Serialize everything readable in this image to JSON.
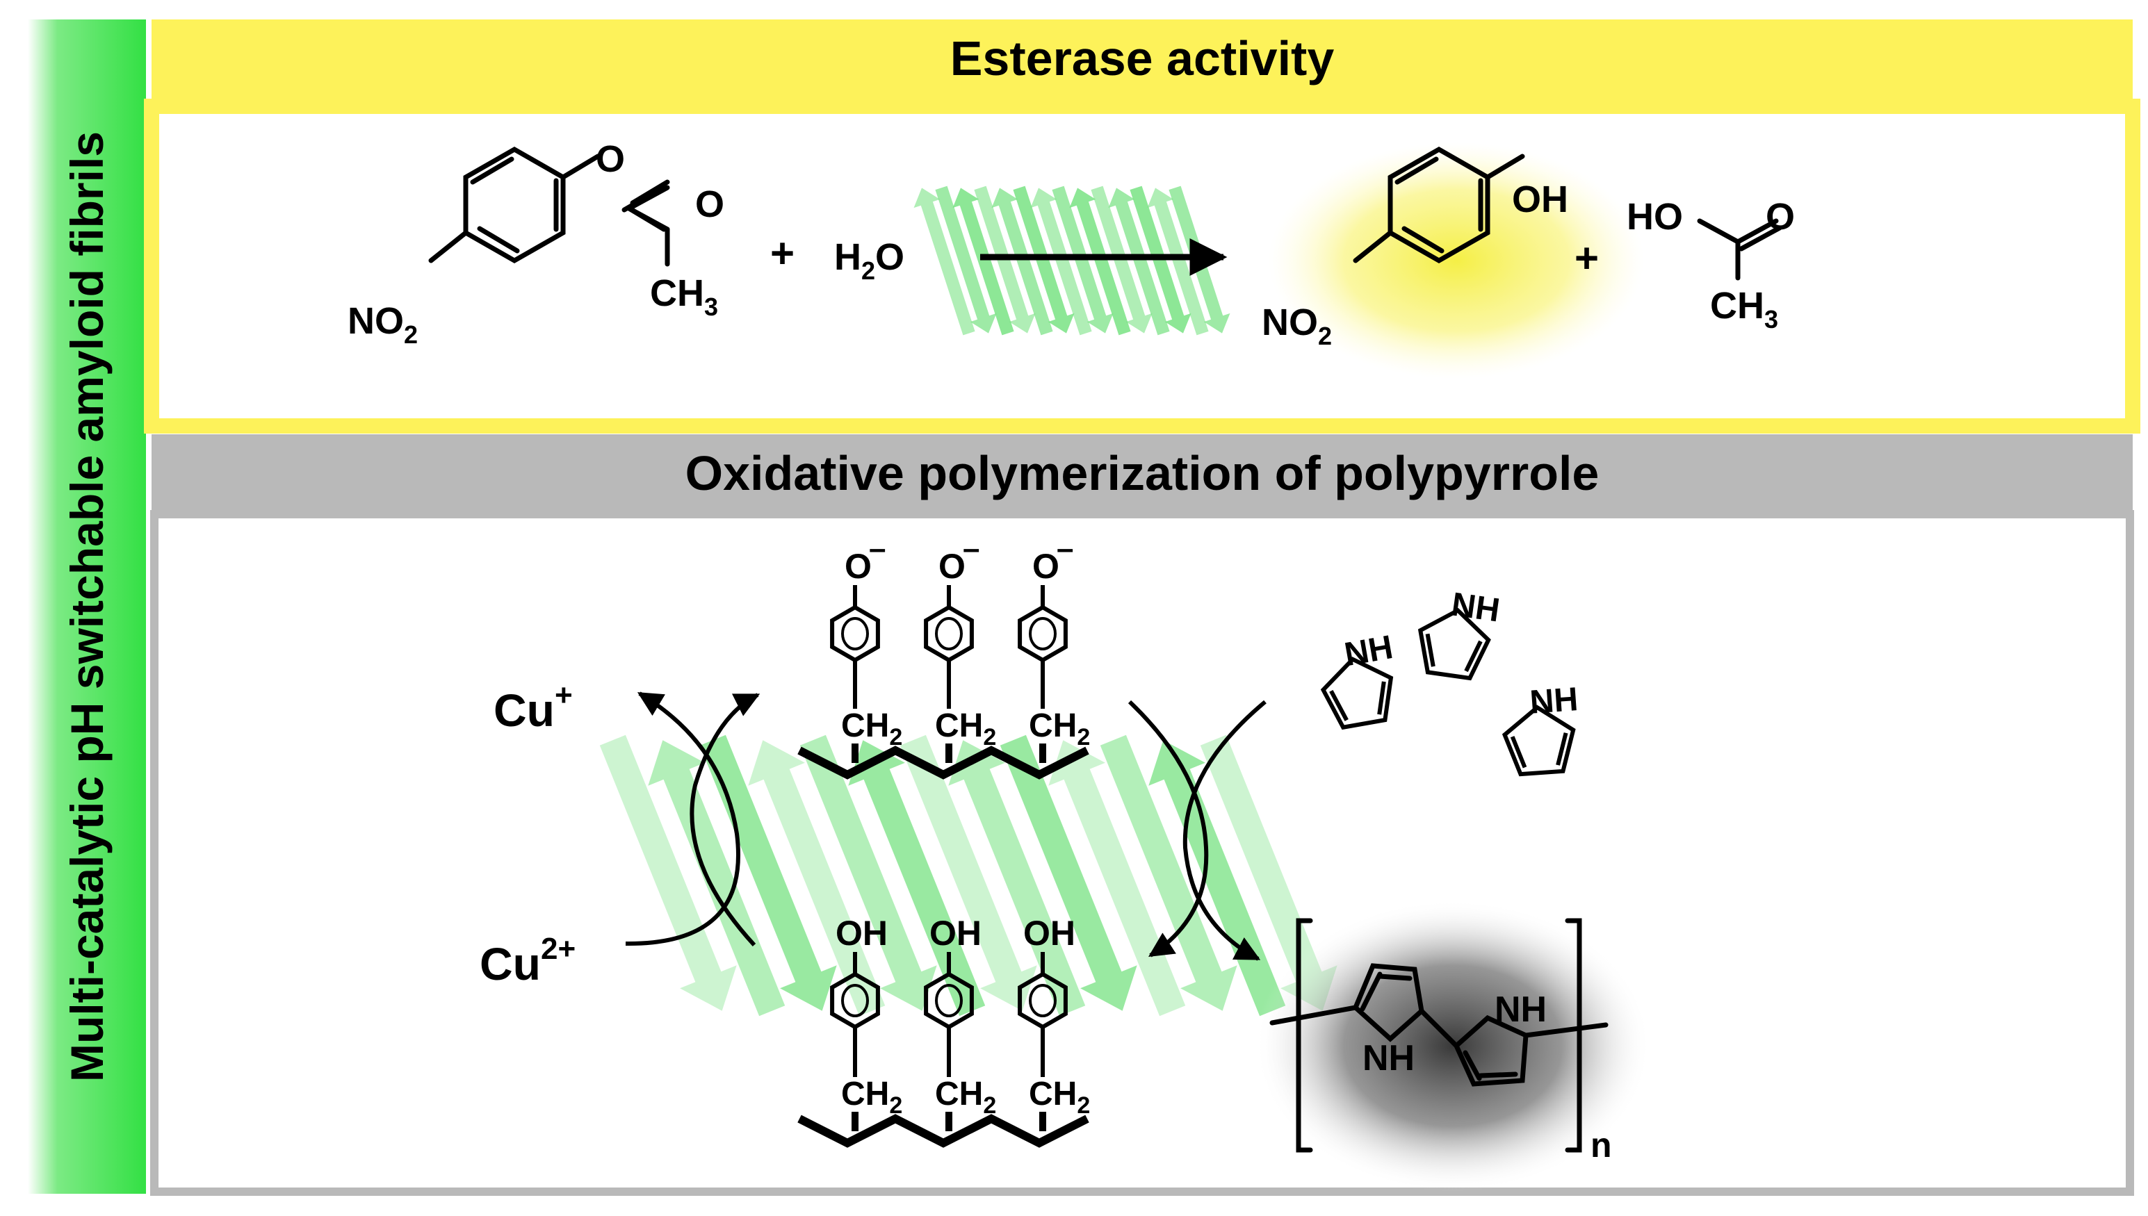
{
  "colors": {
    "side_bar_top": "#ffffff",
    "side_bar_bottom": "#33e044",
    "esterase_header": "#fdf25a",
    "esterase_border": "#fdf25a",
    "polymer_header": "#b9b9b9",
    "polymer_border": "#b9b9b9",
    "fibril_green": "#6fe07a",
    "nitrophenol_glow": "#f8f264",
    "polypyrrole_glow": "#3a3a3a"
  },
  "side_label": "Multi-catalytic pH switchable amyloid fibrils",
  "esterase": {
    "title": "Esterase activity",
    "reactant_substituent": "NO",
    "reactant_substituent_sub": "2",
    "ester_oxygen": "O",
    "carbonyl_oxygen": "O",
    "methyl": "CH",
    "methyl_sub": "3",
    "plus1": "+",
    "water": "H",
    "water_sub": "2",
    "water_o": "O",
    "product_hydroxyl": "OH",
    "product_substituent": "NO",
    "product_substituent_sub": "2",
    "plus2": "+",
    "acid_ho": "HO",
    "acid_o": "O",
    "acid_methyl": "CH",
    "acid_methyl_sub": "3"
  },
  "polymerization": {
    "title": "Oxidative polymerization of polypyrrole",
    "cu_plus": "Cu",
    "cu_plus_sup": "+",
    "cu_two_plus": "Cu",
    "cu_two_plus_sup": "2+",
    "phenolate_o": "O",
    "phenolate_charge": "–",
    "phenol_oh": "OH",
    "methylene": "CH",
    "methylene_sub": "2",
    "pyrrole_nh": "NH",
    "polymer_nh": "NH",
    "repeat_n": "n"
  }
}
